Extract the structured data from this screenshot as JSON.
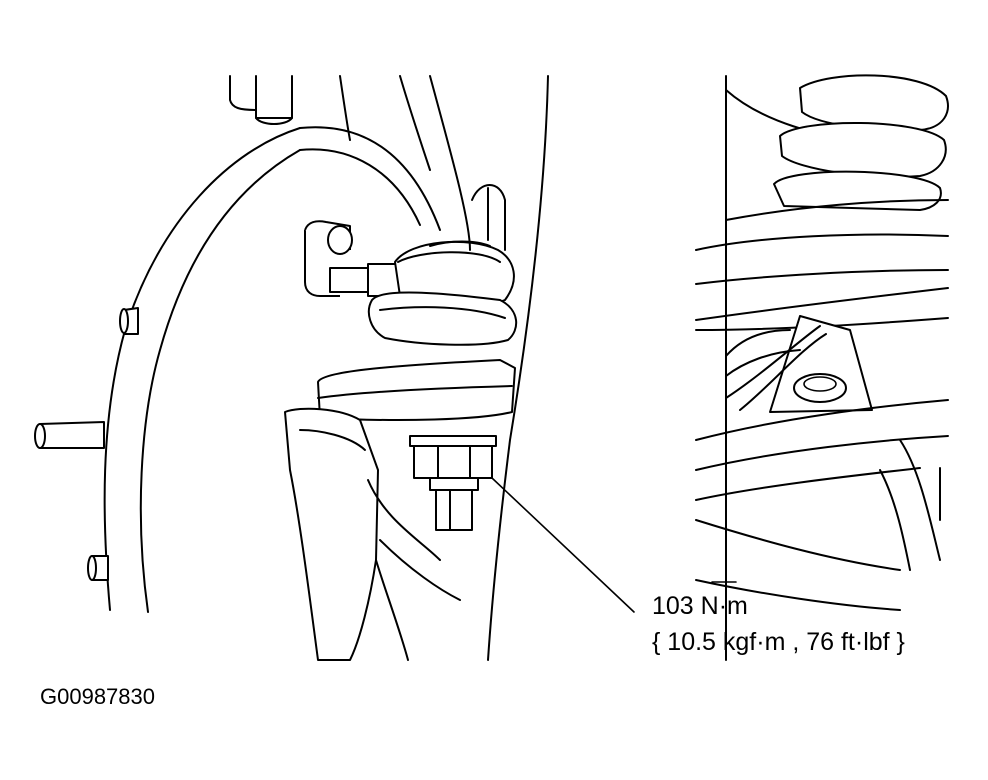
{
  "figure": {
    "id": "G00987830"
  },
  "torque_callout": {
    "line1": "103 N·m",
    "line2": "{ 10.5 kgf·m , 76 ft·lbf }"
  }
}
